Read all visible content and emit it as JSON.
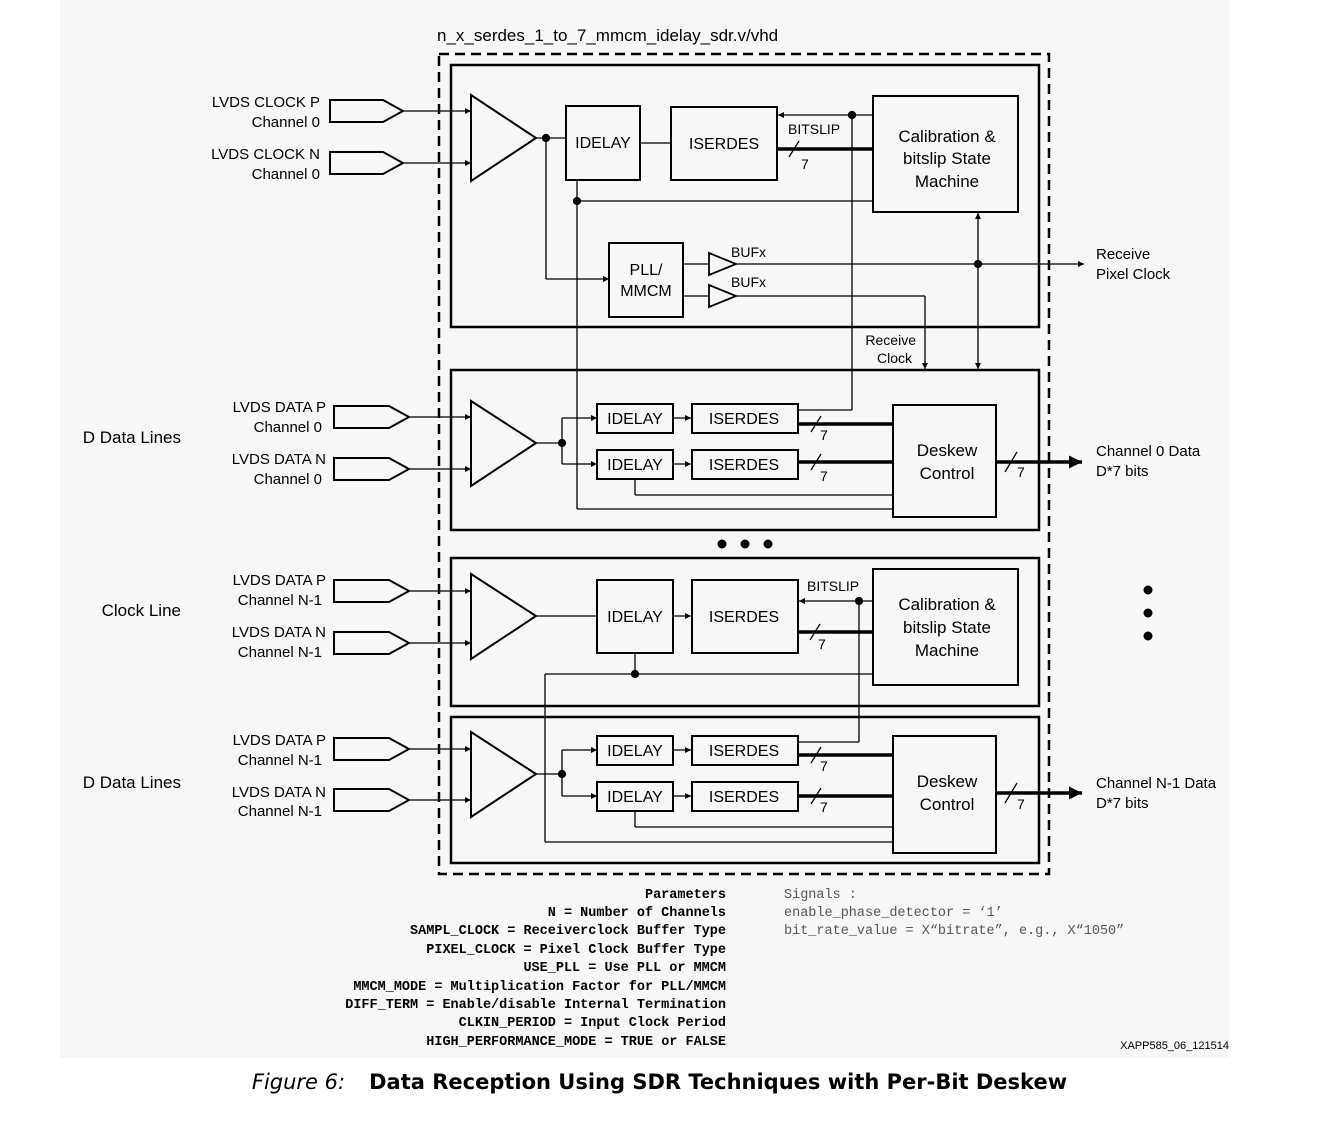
{
  "diagram": {
    "file_label": "n_x_serdes_1_to_7_mmcm_idelay_sdr.v/vhd",
    "top_block": {
      "input1_line1": "LVDS CLOCK P",
      "input1_line2": "Channel 0",
      "input2_line1": "LVDS CLOCK N",
      "input2_line2": "Channel 0",
      "idelay": "IDELAY",
      "iserdes": "ISERDES",
      "bitslip": "BITSLIP",
      "bus_width": "7",
      "cal_line1": "Calibration &",
      "cal_line2": "bitslip State",
      "cal_line3": "Machine",
      "pll_line1": "PLL/",
      "pll_line2": "MMCM",
      "bufx1": "BUFx",
      "bufx2": "BUFx",
      "out_line1": "Receive",
      "out_line2": "Pixel Clock",
      "recv_clock_line1": "Receive",
      "recv_clock_line2": "Clock"
    },
    "data_block_0": {
      "side_label": "D Data Lines",
      "input1_line1": "LVDS DATA P",
      "input1_line2": "Channel 0",
      "input2_line1": "LVDS DATA N",
      "input2_line2": "Channel 0",
      "idelay": "IDELAY",
      "iserdes": "ISERDES",
      "bus_width": "7",
      "deskew_line1": "Deskew",
      "deskew_line2": "Control",
      "out_line1": "Channel 0 Data",
      "out_line2": "D*7 bits"
    },
    "clock_block_n1": {
      "side_label": "Clock Line",
      "input1_line1": "LVDS DATA P",
      "input1_line2": "Channel N-1",
      "input2_line1": "LVDS DATA N",
      "input2_line2": "Channel N-1",
      "idelay": "IDELAY",
      "iserdes": "ISERDES",
      "bitslip": "BITSLIP",
      "bus_width": "7",
      "cal_line1": "Calibration &",
      "cal_line2": "bitslip State",
      "cal_line3": "Machine"
    },
    "data_block_n1": {
      "side_label": "D Data Lines",
      "input1_line1": "LVDS DATA P",
      "input1_line2": "Channel N-1",
      "input2_line1": "LVDS DATA N",
      "input2_line2": "Channel N-1",
      "idelay": "IDELAY",
      "iserdes": "ISERDES",
      "bus_width": "7",
      "deskew_line1": "Deskew",
      "deskew_line2": "Control",
      "out_line1": "Channel N-1 Data",
      "out_line2": "D*7 bits"
    },
    "parameters": [
      "Parameters",
      "N = Number of Channels",
      "SAMPL_CLOCK = Receiverclock Buffer Type",
      "PIXEL_CLOCK = Pixel Clock Buffer Type",
      "USE_PLL = Use PLL or MMCM",
      "MMCM_MODE = Multiplication Factor for PLL/MMCM",
      "DIFF_TERM = Enable/disable Internal Termination",
      "CLKIN_PERIOD = Input Clock Period",
      "HIGH_PERFORMANCE_MODE = TRUE or FALSE"
    ],
    "signals": [
      "Signals :",
      "enable_phase_detector = ‘1’",
      "bit_rate_value = X“bitrate”, e.g., X“1050”"
    ],
    "doc_id": "XAPP585_06_121514"
  },
  "caption": {
    "figure_number": "Figure 6:",
    "title": "Data Reception Using SDR Techniques with Per-Bit Deskew"
  }
}
